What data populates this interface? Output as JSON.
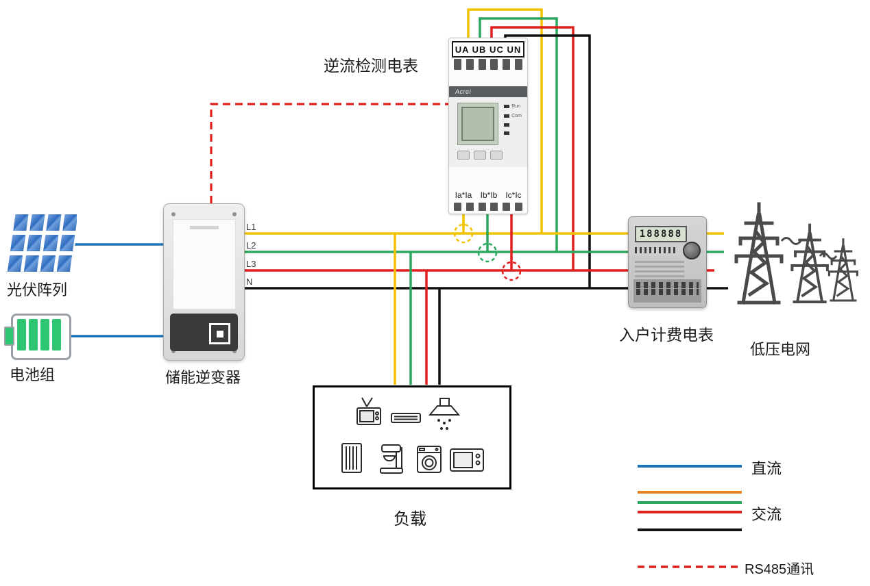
{
  "diagram": {
    "reverse_meter": {
      "label": "逆流检测电表",
      "top_terminals": "UA UB UC UN",
      "brand": "Acrel",
      "led_labels": [
        "Run",
        "Com"
      ],
      "bottom_terminals": [
        "Ia*Ia",
        "Ib*Ib",
        "Ic*Ic"
      ]
    },
    "pv_array": {
      "label": "光伏阵列"
    },
    "battery": {
      "label": "电池组"
    },
    "inverter": {
      "label": "储能逆变器"
    },
    "billing_meter": {
      "label": "入户计费电表",
      "display": "188888"
    },
    "grid": {
      "label": "低压电网"
    },
    "load": {
      "label": "负载"
    },
    "bus_lines": [
      {
        "label": "L1"
      },
      {
        "label": "L2"
      },
      {
        "label": "L3"
      },
      {
        "label": "N"
      }
    ]
  },
  "legend": {
    "items": [
      {
        "label": "直流",
        "style": "solid",
        "colors": [
          "#1B75BC"
        ]
      },
      {
        "label": "交流",
        "style": "solid",
        "colors": [
          "#E8821E",
          "#2BA85F",
          "#E01F1F",
          "#111111"
        ]
      },
      {
        "label": "RS485通讯",
        "style": "dashed",
        "colors": [
          "#E01F1F"
        ]
      }
    ]
  },
  "colors": {
    "dc": "#1B75BC",
    "phase_l1": "#F2C100",
    "phase_l2": "#2BA85F",
    "phase_l3": "#E01F1F",
    "neutral": "#111111",
    "ac_orange": "#E8821E",
    "rs485": "#E01F1F"
  }
}
